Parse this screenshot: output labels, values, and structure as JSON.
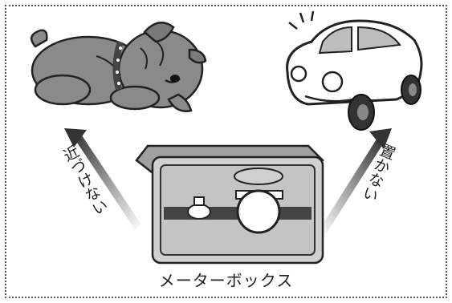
{
  "labels": {
    "left_arrow": "近づけない",
    "right_arrow": "置かない",
    "meter_box": "メーターボックス"
  },
  "icons": {
    "left_figure": "dog-icon",
    "right_figure": "car-icon",
    "center_figure": "meter-box-icon"
  },
  "colors": {
    "frame": "#555555",
    "box_fill": "#c8c8c8",
    "arrow_dark": "#333333"
  }
}
